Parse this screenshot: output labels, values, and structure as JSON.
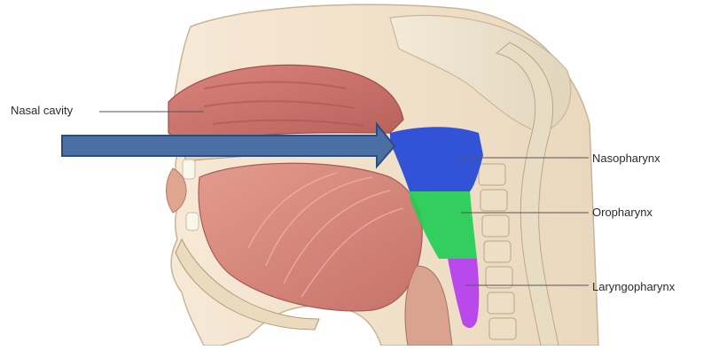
{
  "labels": {
    "nasal_cavity": "Nasal cavity",
    "nasopharynx": "Nasopharynx",
    "oropharynx": "Oropharynx",
    "laryngopharynx": "Laryngopharynx"
  },
  "colors": {
    "arrow": "#4a6fa5",
    "arrow_border": "#2f4b78",
    "nasopharynx": "#2346d8",
    "oropharynx": "#22cc55",
    "laryngopharynx": "#b43cf0",
    "tissue": "#c96f6a",
    "bone": "#efe4cf",
    "skin": "#f4e3cc"
  }
}
